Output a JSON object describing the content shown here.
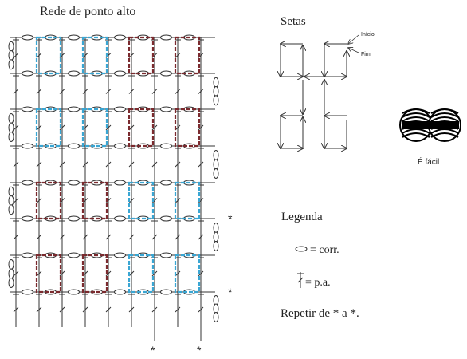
{
  "chart": {
    "title": "Rede de ponto alto",
    "repeat_marker": "*"
  },
  "arrows": {
    "title": "Setas",
    "start_label": "Início",
    "end_label": "Fim"
  },
  "difficulty": {
    "label": "É fácil",
    "icon": "yarn-balls-icon"
  },
  "legend": {
    "title": "Legenda",
    "items": [
      {
        "symbol": "chain-stitch-icon",
        "label": "= corr."
      },
      {
        "symbol": "double-crochet-icon",
        "label": "= p.a."
      }
    ],
    "repeat_note": "Repetir de * a *."
  },
  "colors": {
    "line": "#333333",
    "blue_block": "#3aa6d3",
    "red_block": "#7a2a2e"
  }
}
